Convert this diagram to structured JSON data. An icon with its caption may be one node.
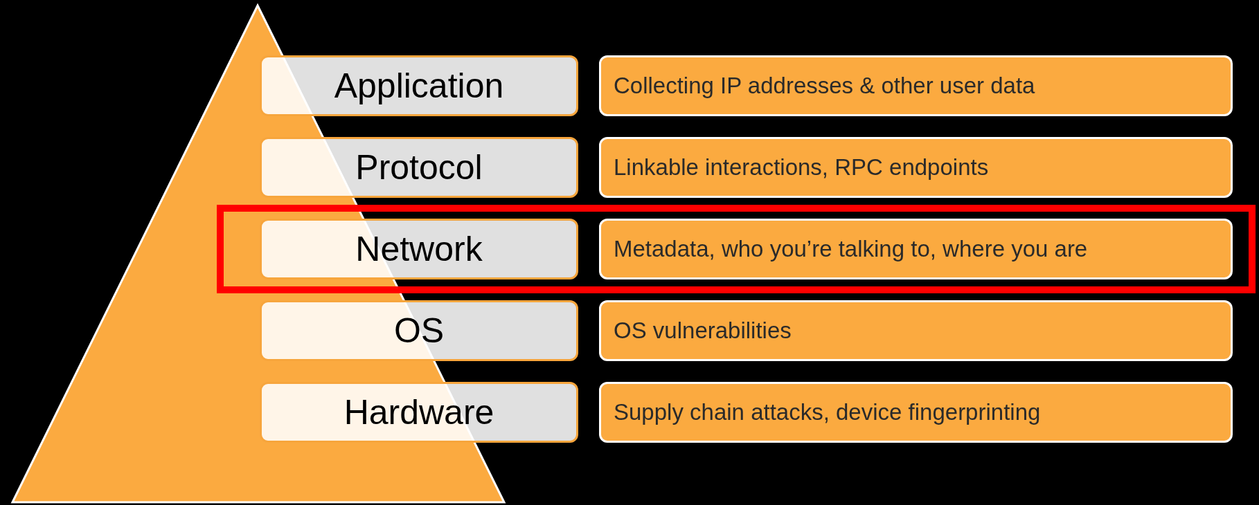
{
  "diagram": {
    "nodes": [
      {
        "text": [
          "Application"
        ]
      },
      {
        "text": [
          "Collecting IP addresses & other user data"
        ]
      },
      {
        "text": [
          "Protocol"
        ]
      },
      {
        "text": [
          "Linkable interactions, RPC endpoints"
        ]
      },
      {
        "text": [
          "Network"
        ]
      },
      {
        "text": [
          "Metadata, who you’re talking to, where you are"
        ]
      },
      {
        "text": [
          "OS"
        ]
      },
      {
        "text": [
          "OS vulnerabilities"
        ]
      },
      {
        "text": [
          "Hardware"
        ]
      },
      {
        "text": [
          "Supply chain attacks, device fingerprinting"
        ]
      }
    ],
    "edges": []
  }
}
